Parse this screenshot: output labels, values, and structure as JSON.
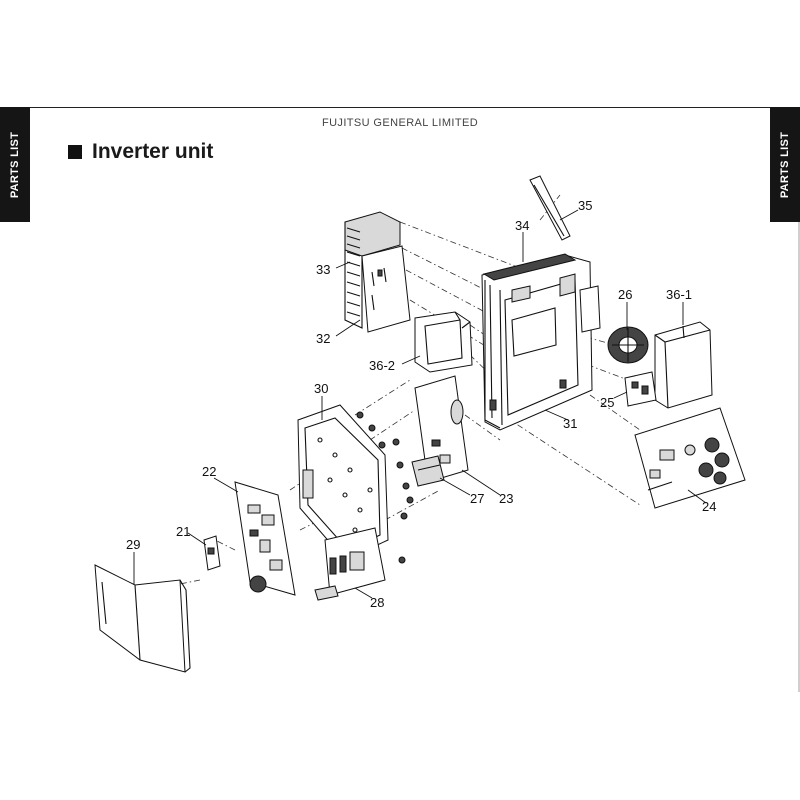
{
  "header": {
    "left_tab": "PARTS LIST",
    "right_tab": "PARTS LIST",
    "company": "FUJITSU GENERAL LIMITED",
    "section_title": "Inverter unit"
  },
  "labels": {
    "p21": "21",
    "p22": "22",
    "p23": "23",
    "p24": "24",
    "p25": "25",
    "p26": "26",
    "p27": "27",
    "p28": "28",
    "p29": "29",
    "p30": "30",
    "p31": "31",
    "p32": "32",
    "p33": "33",
    "p34": "34",
    "p35": "35",
    "p36_1": "36-1",
    "p36_2": "36-2"
  }
}
